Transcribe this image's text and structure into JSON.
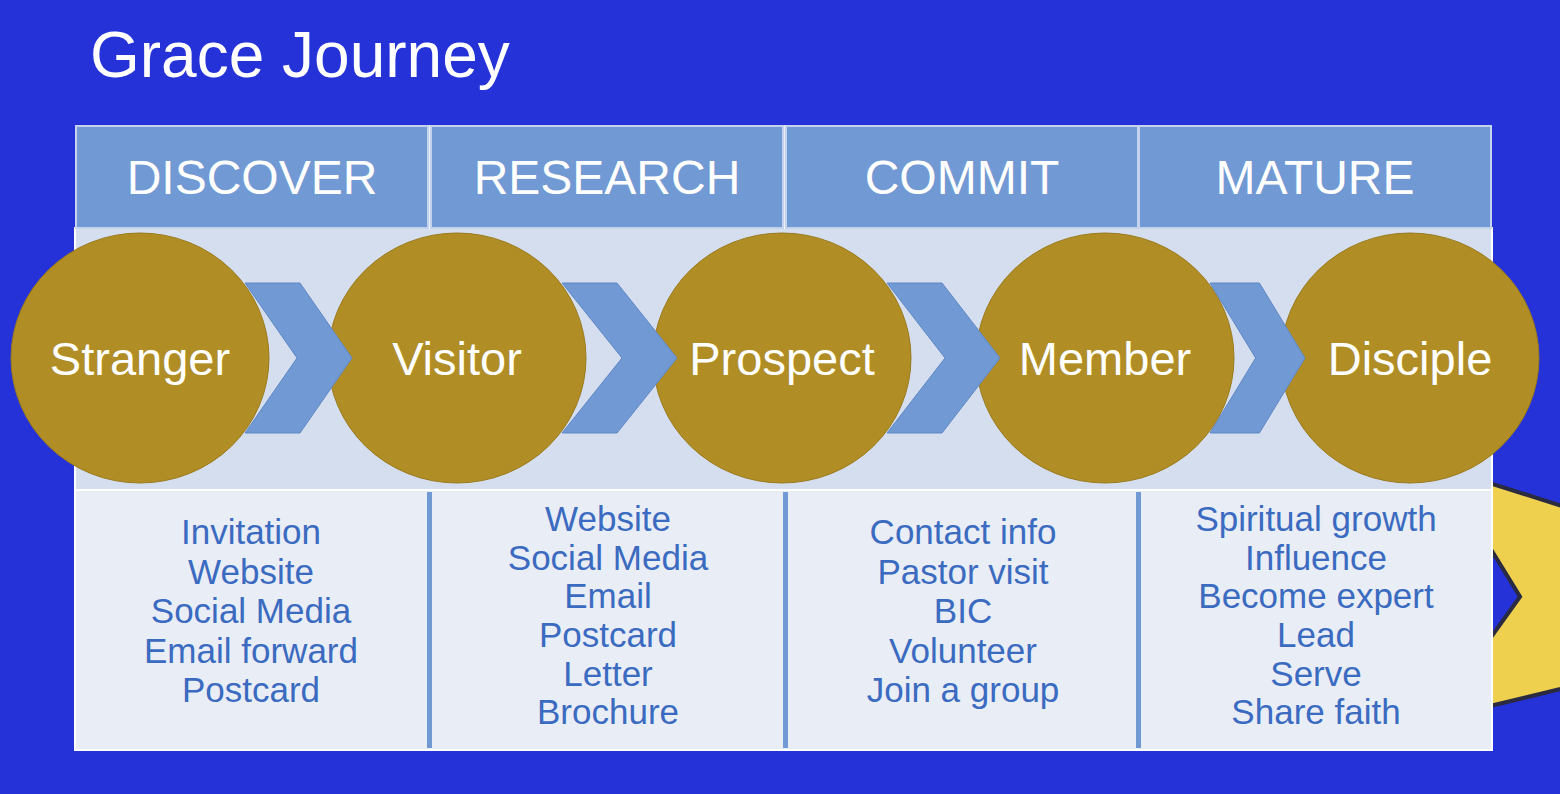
{
  "diagram": {
    "title": "Grace Journey",
    "nodes": [
      {
        "text": [
          "DISCOVER"
        ]
      },
      {
        "text": [
          "RESEARCH"
        ]
      },
      {
        "text": [
          "COMMIT"
        ]
      },
      {
        "text": [
          "MATURE"
        ]
      },
      {
        "text": [
          "Stranger"
        ]
      },
      {
        "text": [
          "Visitor"
        ]
      },
      {
        "text": [
          "Prospect"
        ]
      },
      {
        "text": [
          "Member"
        ]
      },
      {
        "text": [
          "Disciple"
        ]
      },
      {
        "text": [
          "Invitation",
          "Website",
          "Social Media",
          "Email forward",
          "Postcard"
        ]
      },
      {
        "text": [
          "Website",
          "Social Media",
          "Email",
          "Postcard",
          "Letter",
          "Brochure"
        ]
      },
      {
        "text": [
          "Contact info",
          "Pastor visit",
          "BIC",
          "Volunteer",
          "Join a group"
        ]
      },
      {
        "text": [
          "Spiritual growth",
          "Influence",
          "Become expert",
          "Lead",
          "Serve",
          "Share faith"
        ]
      }
    ],
    "edges": [
      {
        "from": 4,
        "to": 5,
        "arrow": "to"
      },
      {
        "from": 5,
        "to": 6,
        "arrow": "to"
      },
      {
        "from": 6,
        "to": 7,
        "arrow": "to"
      },
      {
        "from": 7,
        "to": 8,
        "arrow": "to"
      }
    ]
  }
}
